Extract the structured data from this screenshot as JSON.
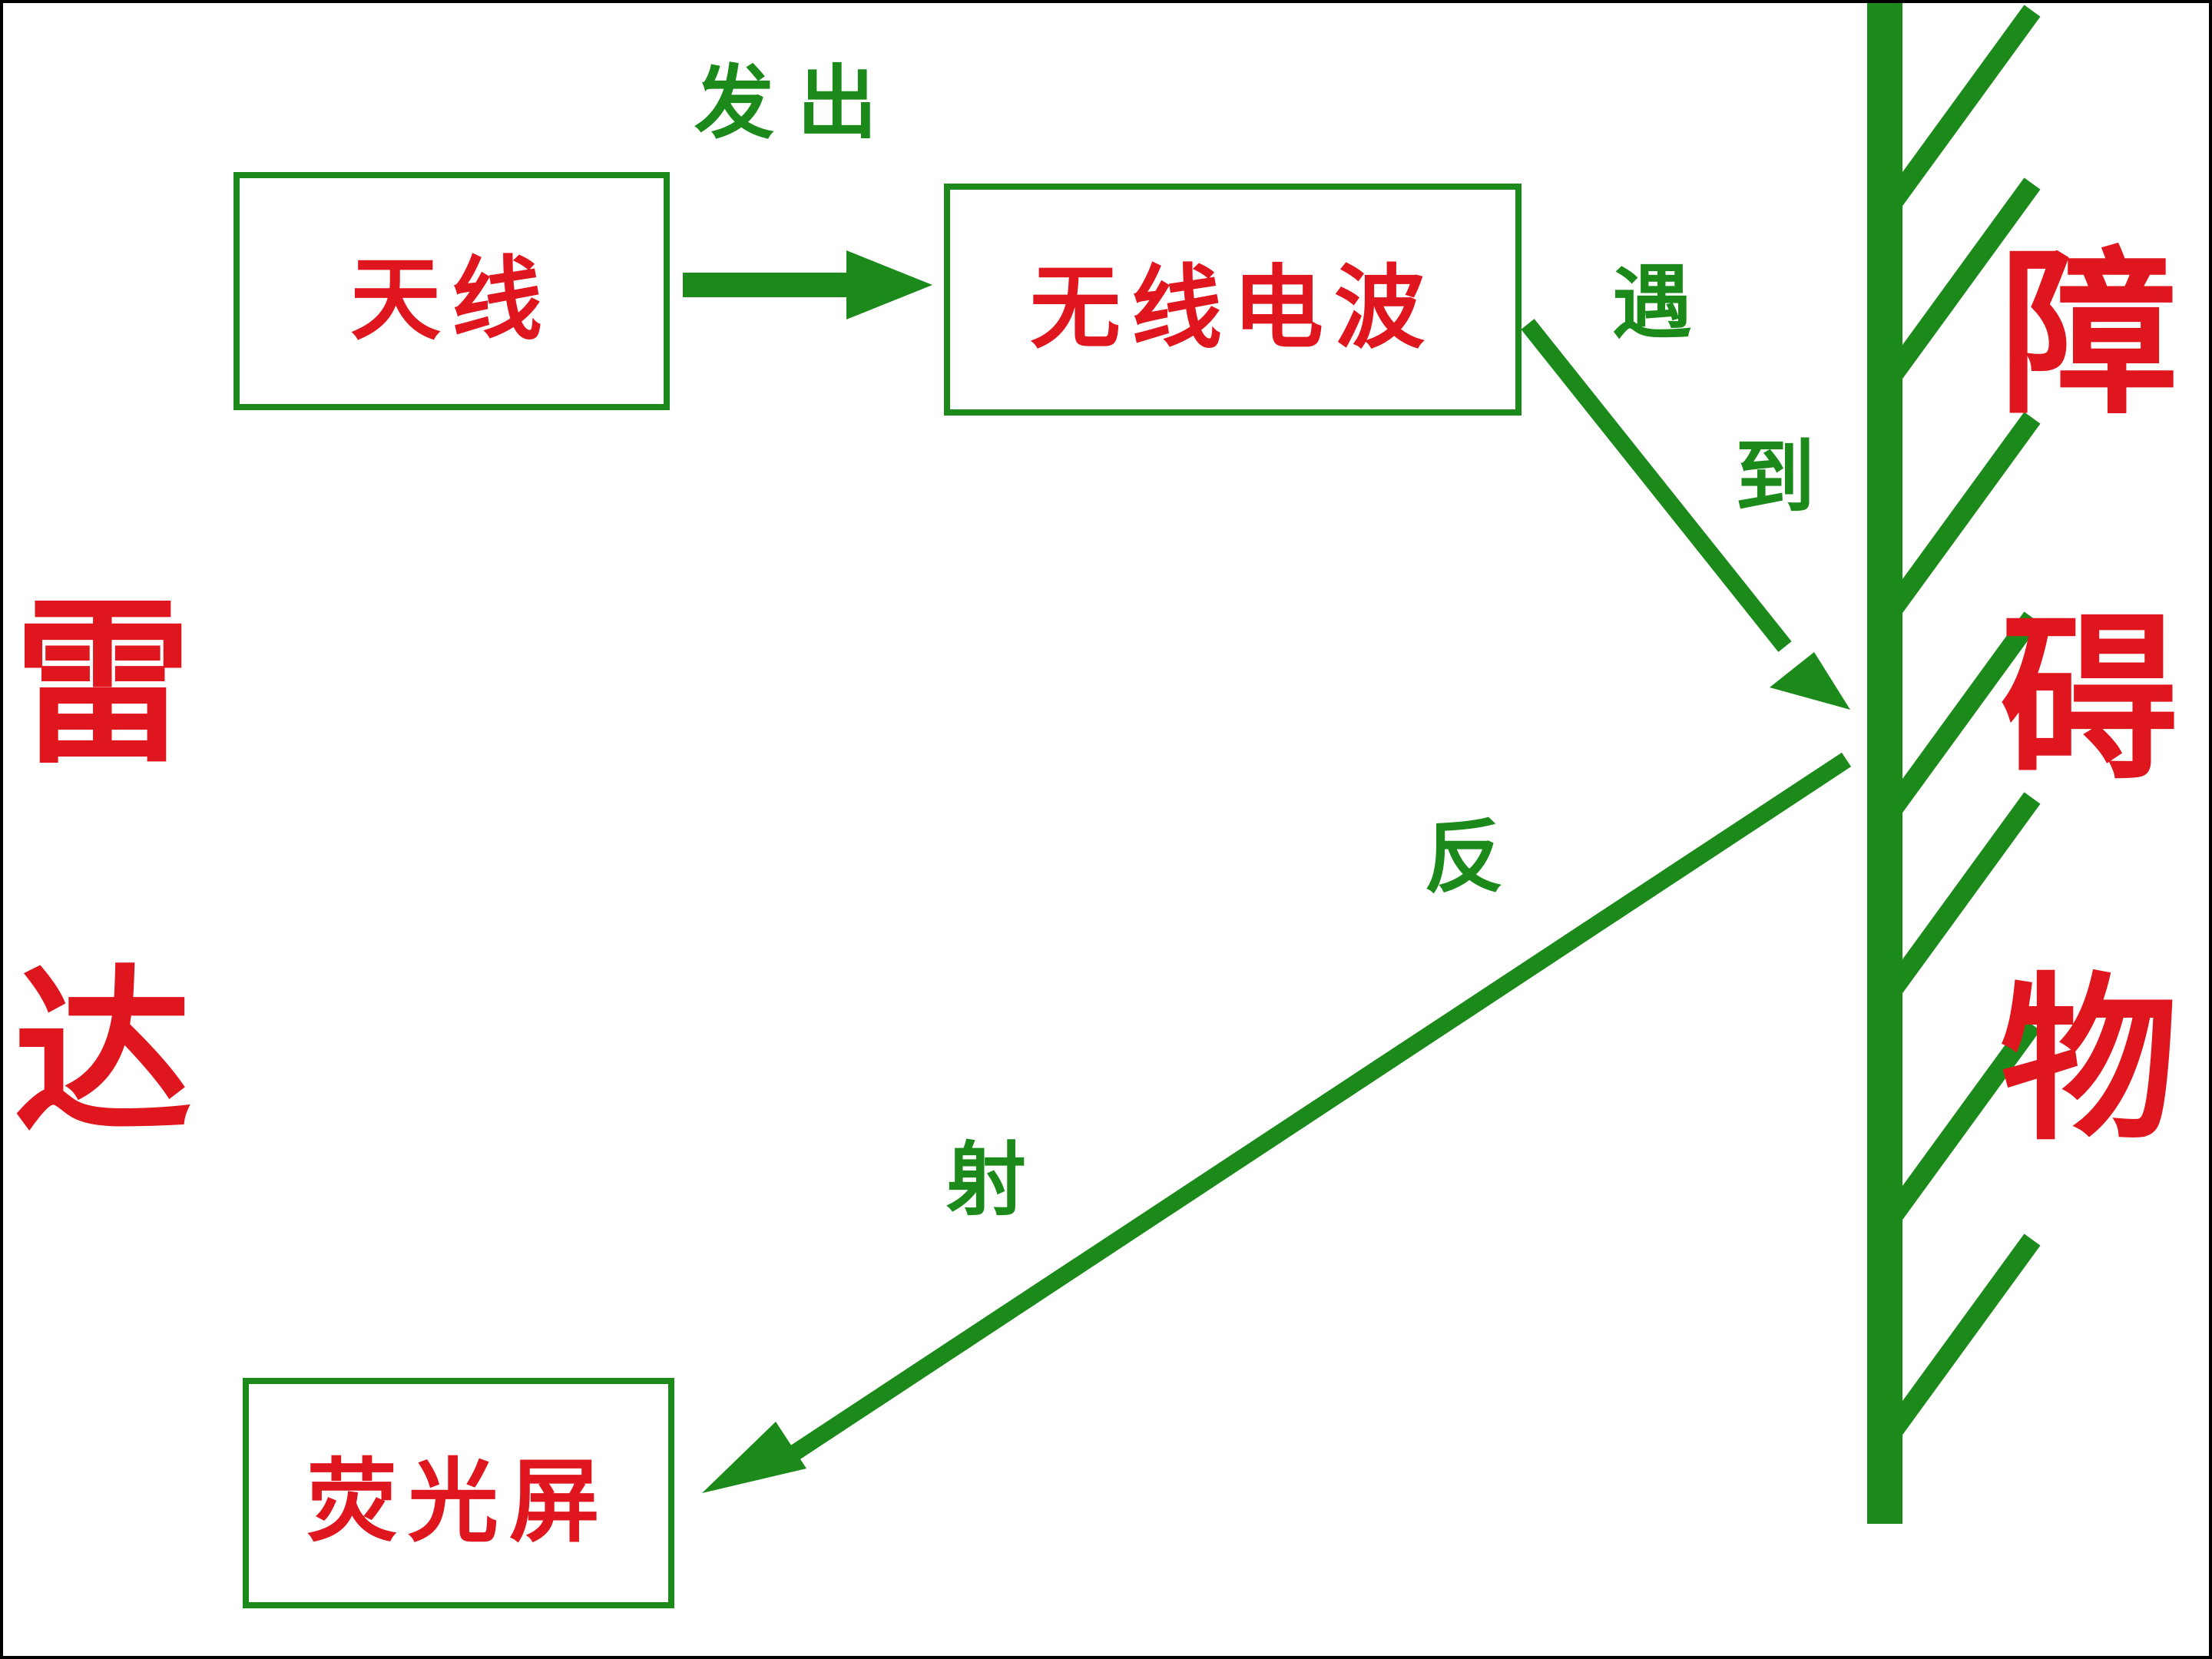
{
  "diagram": {
    "side_title": [
      "雷",
      "达"
    ],
    "obstacle_title": [
      "障",
      "碍",
      "物"
    ],
    "nodes": {
      "antenna": "天线",
      "radio_wave": "无线电波",
      "screen": "荧光屏"
    },
    "edge_labels": {
      "emit": "发出",
      "encounter": [
        "遇",
        "到"
      ],
      "reflect": [
        "反",
        "射"
      ]
    },
    "colors": {
      "box_text": "#e0161e",
      "line": "#1b8a1b",
      "background": "#ffffff"
    }
  }
}
